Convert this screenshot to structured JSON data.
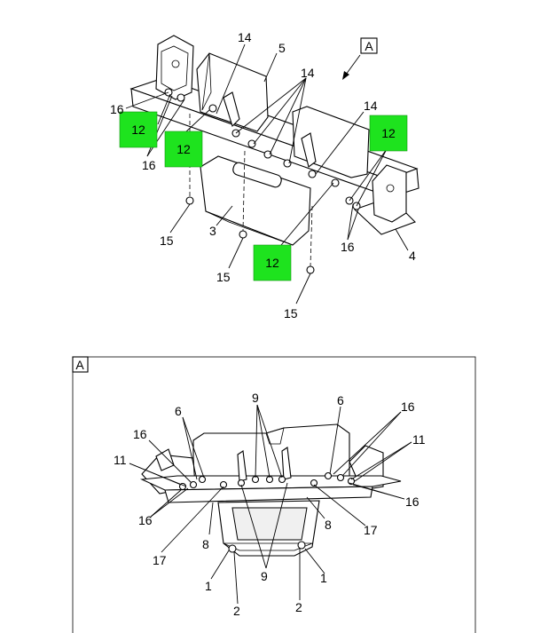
{
  "view_flag": "A",
  "detail_label": "A",
  "highlight_color": "#1ee31e",
  "main_callouts": {
    "c14a": "14",
    "c5": "5",
    "c14b": "14",
    "c14c": "14",
    "c16a": "16",
    "c16b": "16",
    "c16c": "16",
    "c15a": "15",
    "c15b": "15",
    "c15c": "15",
    "c3": "3",
    "c4": "4"
  },
  "green_tags": {
    "g1": "12",
    "g2": "12",
    "g3": "12",
    "g4": "12"
  },
  "detail_callouts": {
    "d9": "9",
    "d6a": "6",
    "d6b": "6",
    "d16a": "16",
    "d16b": "16",
    "d11a": "11",
    "d11b": "11",
    "d16c": "16",
    "d16d": "16",
    "d17a": "17",
    "d17b": "17",
    "d8a": "8",
    "d8b": "8",
    "d9b": "9",
    "d1a": "1",
    "d1b": "1",
    "d2a": "2",
    "d2b": "2"
  }
}
